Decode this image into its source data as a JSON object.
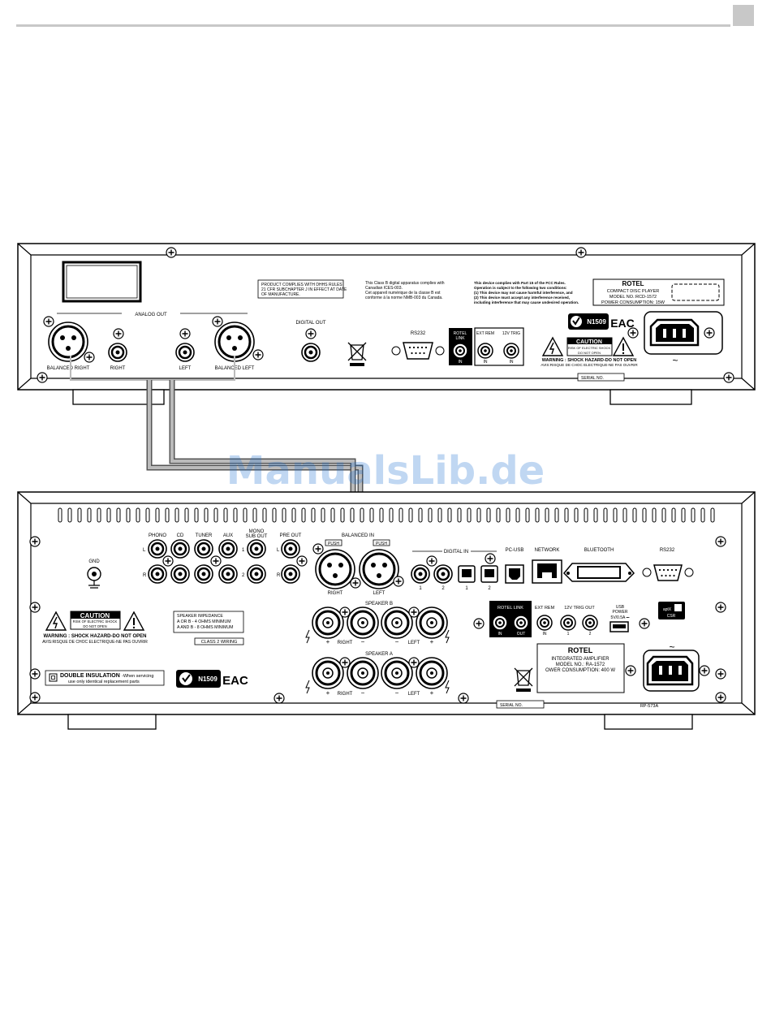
{
  "watermark": "ManualsLib.de",
  "cd_player": {
    "analog_out": "ANALOG OUT",
    "balanced_right": "BALANCED RIGHT",
    "right": "RIGHT",
    "left": "LEFT",
    "balanced_left": "BALANCED LEFT",
    "digital_out": "DIGITAL OUT",
    "rohs_lines": [
      "PRODUCT COMPLIES WITH DHHS RULES",
      "21 CFR SUBCHAPTER J IN EFFECT AT DATE",
      "OF MANUFACTURE."
    ],
    "canada_lines": [
      "This Class B digital apparatus complies with",
      "Canadian ICES-003.",
      "Cet appareil numérique de la classe B est",
      "conforme à la norme NMB-003 du Canada."
    ],
    "fcc_lines": [
      "This device complies with Part 15 of the FCC Rules.",
      "Operation is subject to the following two conditions:",
      "(1) This device may not cause harmful interference, and",
      "(2) This device must accept any interference received,",
      "including interference that may cause undesired operation."
    ],
    "rs232": "RS232",
    "rotel_link": [
      "ROTEL",
      "LINK"
    ],
    "rotel_link_in": "IN",
    "ext_rem": "EXT REM",
    "trig": "12V TRIG",
    "in": "IN",
    "brand": "ROTEL",
    "model_lines": [
      "COMPACT DISC PLAYER",
      "MODEL NO.:RCD-1572",
      "POWER CONSUMPTION: 15W"
    ],
    "cert": "N1509",
    "eac": "EAC",
    "caution": "CAUTION",
    "caution_sub": [
      "RISK OF ELECTRIC SHOCK",
      "DO NOT OPEN"
    ],
    "warning": "WARNING : SHOCK HAZARD-DO NOT OPEN",
    "avis": "AVIS:RISQUE DE CHOC ELECTRIQUE-NE PAS OUVRIR",
    "serial": "SERIAL NO.",
    "ac": "~"
  },
  "amplifier": {
    "phono": "PHONO",
    "cd": "CD",
    "tuner": "TUNER",
    "aux": "AUX",
    "mono_sub_out": [
      "MONO",
      "SUB OUT"
    ],
    "pre_out": "PRE OUT",
    "balanced_in": "BALANCED IN",
    "push": "PUSH",
    "right": "RIGHT",
    "left": "LEFT",
    "digital_in": "DIGITAL IN",
    "pc_usb": "PC-USB",
    "network": "NETWORK",
    "bluetooth": "BLUETOOTH",
    "rs232": "RS232",
    "gnd": "GND",
    "l": "L",
    "r": "R",
    "n1": "1",
    "n2": "2",
    "caution": "CAUTION",
    "caution_sub": [
      "RISK OF ELECTRIC SHOCK",
      "DO NOT OPEN"
    ],
    "warning": "WARNING : SHOCK HAZARD-DO NOT OPEN",
    "avis": "AVIS:RISQUE DE CHOC ELECTRIQUE-NE PAS OUVRIR",
    "speaker_impedance": [
      "SPEAKER IMPEDANCE",
      "A  OR  B  - 4 OHMS MINIMUM",
      "A AND B  - 8 OHMS MINIMUM"
    ],
    "class2": "CLASS 2 WIRING",
    "speaker_b": "SPEAKER B",
    "speaker_a": "SPEAKER A",
    "plus": "+",
    "minus": "−",
    "rotel_link": "ROTEL LINK",
    "in": "IN",
    "out": "OUT",
    "ext_rem": "EXT REM",
    "trig_out": "12V TRIG OUT",
    "usb_power": [
      "USB",
      "POWER",
      "5V/0.5A ⎓"
    ],
    "aptx": "aptX",
    "csr": "CSR",
    "double_insulation": "DOUBLE INSULATION",
    "double_insulation_tail": "-When servicing",
    "double_insulation_2": "use only identical replacement parts",
    "cert": "N1509",
    "eac": "EAC",
    "brand": "ROTEL",
    "model_lines": [
      "INTEGRATED AMPLIFIER",
      "MODEL NO.: RA-1572",
      "OWER CONSUMPTION: 400 W"
    ],
    "serial": "SERIAL NO.",
    "part_no": "RP-573A",
    "ac": "~"
  }
}
